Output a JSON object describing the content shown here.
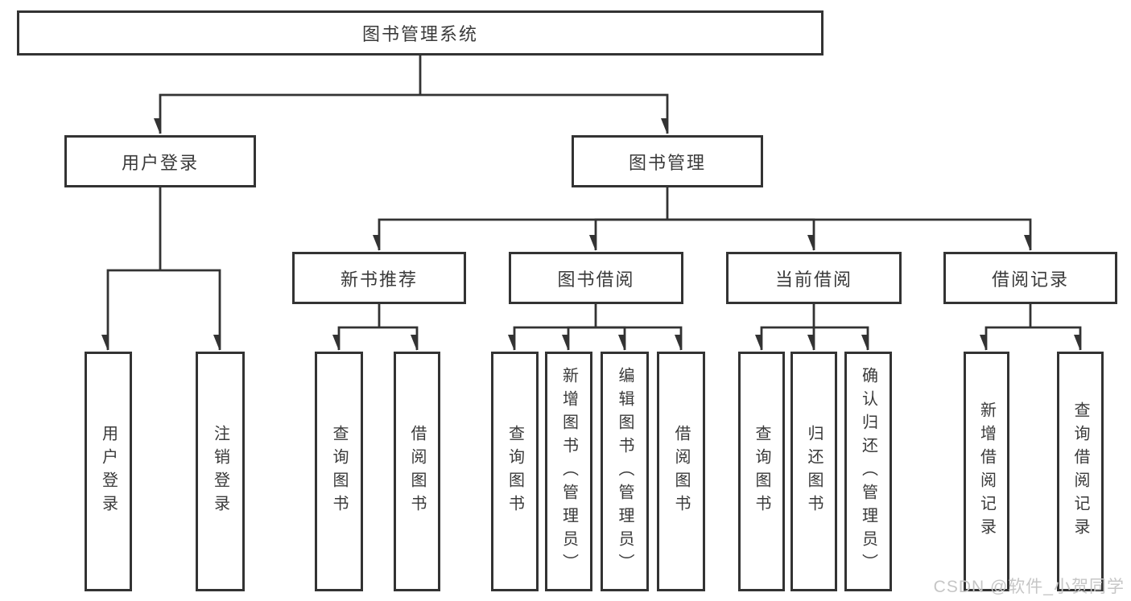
{
  "diagram_type": "hierarchy-chart",
  "colors": {
    "line": "#333333",
    "box_border": "#333333",
    "box_background": "#ffffff",
    "text": "#3a3a3a",
    "watermark_text": "#c6c6c6"
  },
  "tree": {
    "label": "图书管理系统",
    "children": [
      {
        "label": "用户登录",
        "children": [
          {
            "label": "用户登录"
          },
          {
            "label": "注销登录"
          }
        ]
      },
      {
        "label": "图书管理",
        "children": [
          {
            "label": "新书推荐",
            "children": [
              {
                "label": "查询图书"
              },
              {
                "label": "借阅图书"
              }
            ]
          },
          {
            "label": "图书借阅",
            "children": [
              {
                "label": "查询图书"
              },
              {
                "label": "新增图书（管理员）"
              },
              {
                "label": "编辑图书（管理员）"
              },
              {
                "label": "借阅图书"
              }
            ]
          },
          {
            "label": "当前借阅",
            "children": [
              {
                "label": "查询图书"
              },
              {
                "label": "归还图书"
              },
              {
                "label": "确认归还（管理员）"
              }
            ]
          },
          {
            "label": "借阅记录",
            "children": [
              {
                "label": "新增借阅记录"
              },
              {
                "label": "查询借阅记录"
              }
            ]
          }
        ]
      }
    ]
  },
  "watermark": "CSDN @软件_小贺同学"
}
